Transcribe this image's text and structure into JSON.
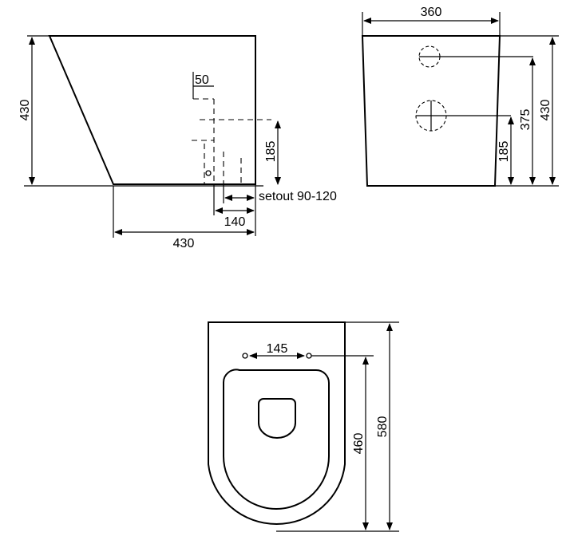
{
  "side_view": {
    "height_dim": "430",
    "depth_dim": "430",
    "pipe_dim": "50",
    "outlet_height_dim": "185",
    "setout_dim": "140",
    "setout_label": "setout 90-120"
  },
  "front_view": {
    "width_dim": "360",
    "height_dim": "430",
    "upper_hole_dim": "375",
    "lower_hole_dim": "185"
  },
  "top_view": {
    "hinge_spacing_dim": "145",
    "seat_length_dim": "460",
    "overall_length_dim": "580"
  }
}
